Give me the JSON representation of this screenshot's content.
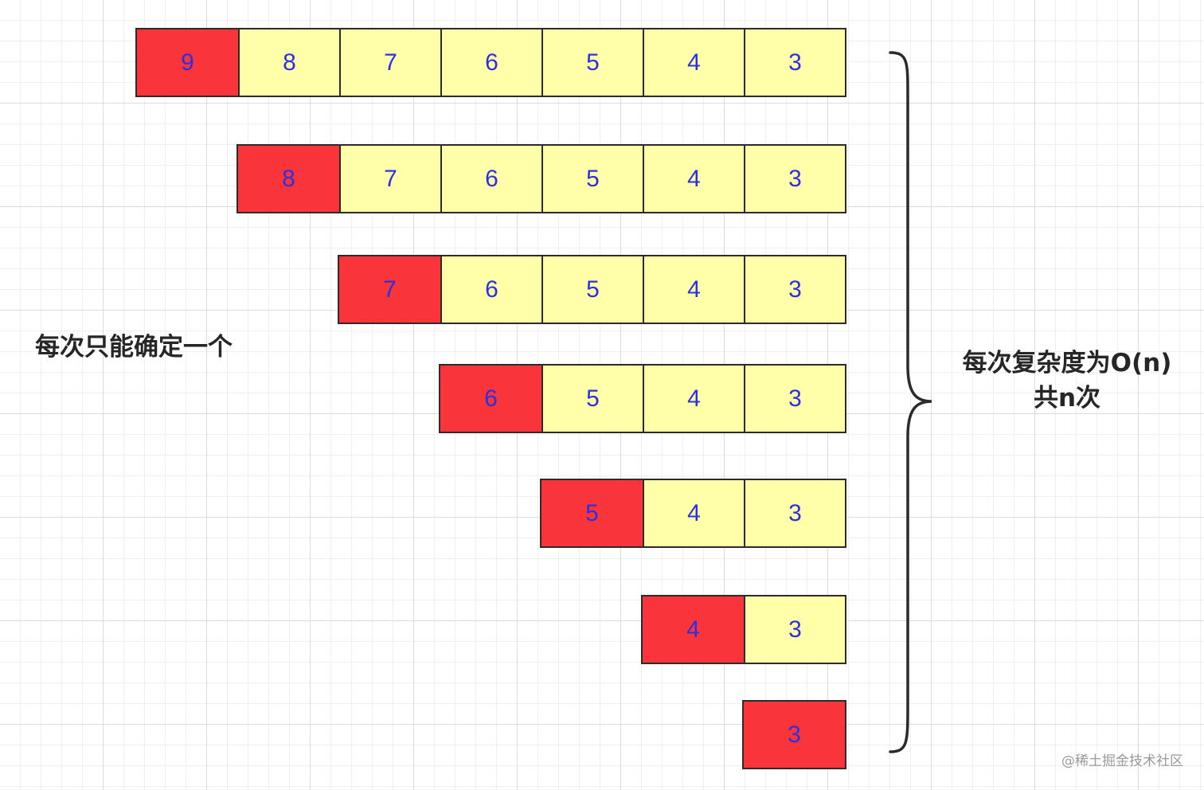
{
  "rows": [
    {
      "cells": [
        "9",
        "8",
        "7",
        "6",
        "5",
        "4",
        "3"
      ]
    },
    {
      "cells": [
        "8",
        "7",
        "6",
        "5",
        "4",
        "3"
      ]
    },
    {
      "cells": [
        "7",
        "6",
        "5",
        "4",
        "3"
      ]
    },
    {
      "cells": [
        "6",
        "5",
        "4",
        "3"
      ]
    },
    {
      "cells": [
        "5",
        "4",
        "3"
      ]
    },
    {
      "cells": [
        "4",
        "3"
      ]
    },
    {
      "cells": [
        "3"
      ]
    }
  ],
  "left_note": "每次只能确定一个",
  "right_note": {
    "line1": "每次复杂度为O(n)",
    "line2": "共n次"
  },
  "watermark": "@稀土掘金技术社区",
  "colors": {
    "fixed_cell": "#f9343a",
    "pending_cell": "#ffffaa",
    "digit_text": "#2c30e0",
    "border": "#2b2b2b"
  }
}
